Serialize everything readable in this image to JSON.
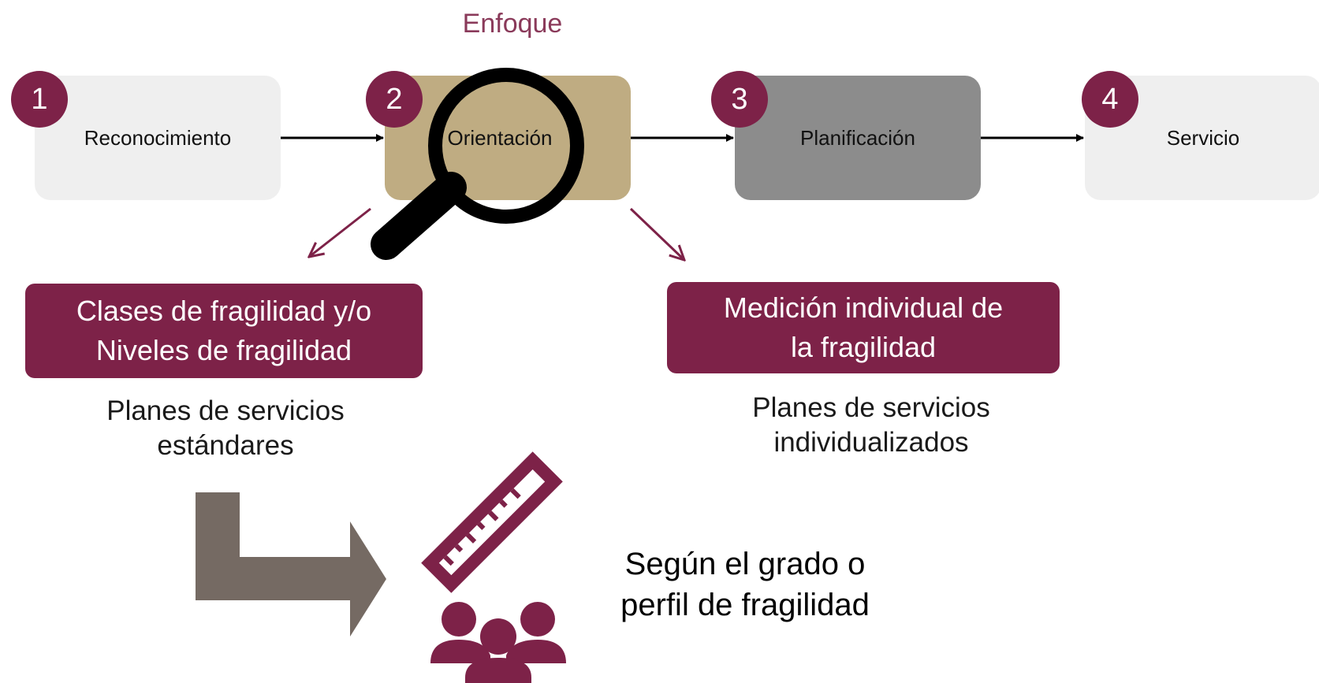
{
  "title": "Enfoque",
  "steps": [
    {
      "number": "1",
      "label": "Reconocimiento"
    },
    {
      "number": "2",
      "label": "Orientación"
    },
    {
      "number": "3",
      "label": "Planificación"
    },
    {
      "number": "4",
      "label": "Servicio"
    }
  ],
  "left_branch": {
    "box_line1": "Clases de fragilidad y/o",
    "box_line2": "Niveles de fragilidad",
    "caption_line1": "Planes de servicios",
    "caption_line2": "estándares"
  },
  "right_branch": {
    "box_line1": "Medición individual de",
    "box_line2": "la fragilidad",
    "caption_line1": "Planes de servicios",
    "caption_line2": "individualizados"
  },
  "outcome": {
    "line1": "Según el grado o",
    "line2": "perfil de fragilidad"
  },
  "colors": {
    "accent": "#7d2248",
    "title": "#8a3a5a",
    "step_light": "#efefef",
    "step_highlight": "#bfac82",
    "step_dark": "#8c8c8c",
    "bent_arrow": "#756a63"
  },
  "icons": [
    "magnifier-icon",
    "ruler-icon",
    "people-group-icon"
  ]
}
